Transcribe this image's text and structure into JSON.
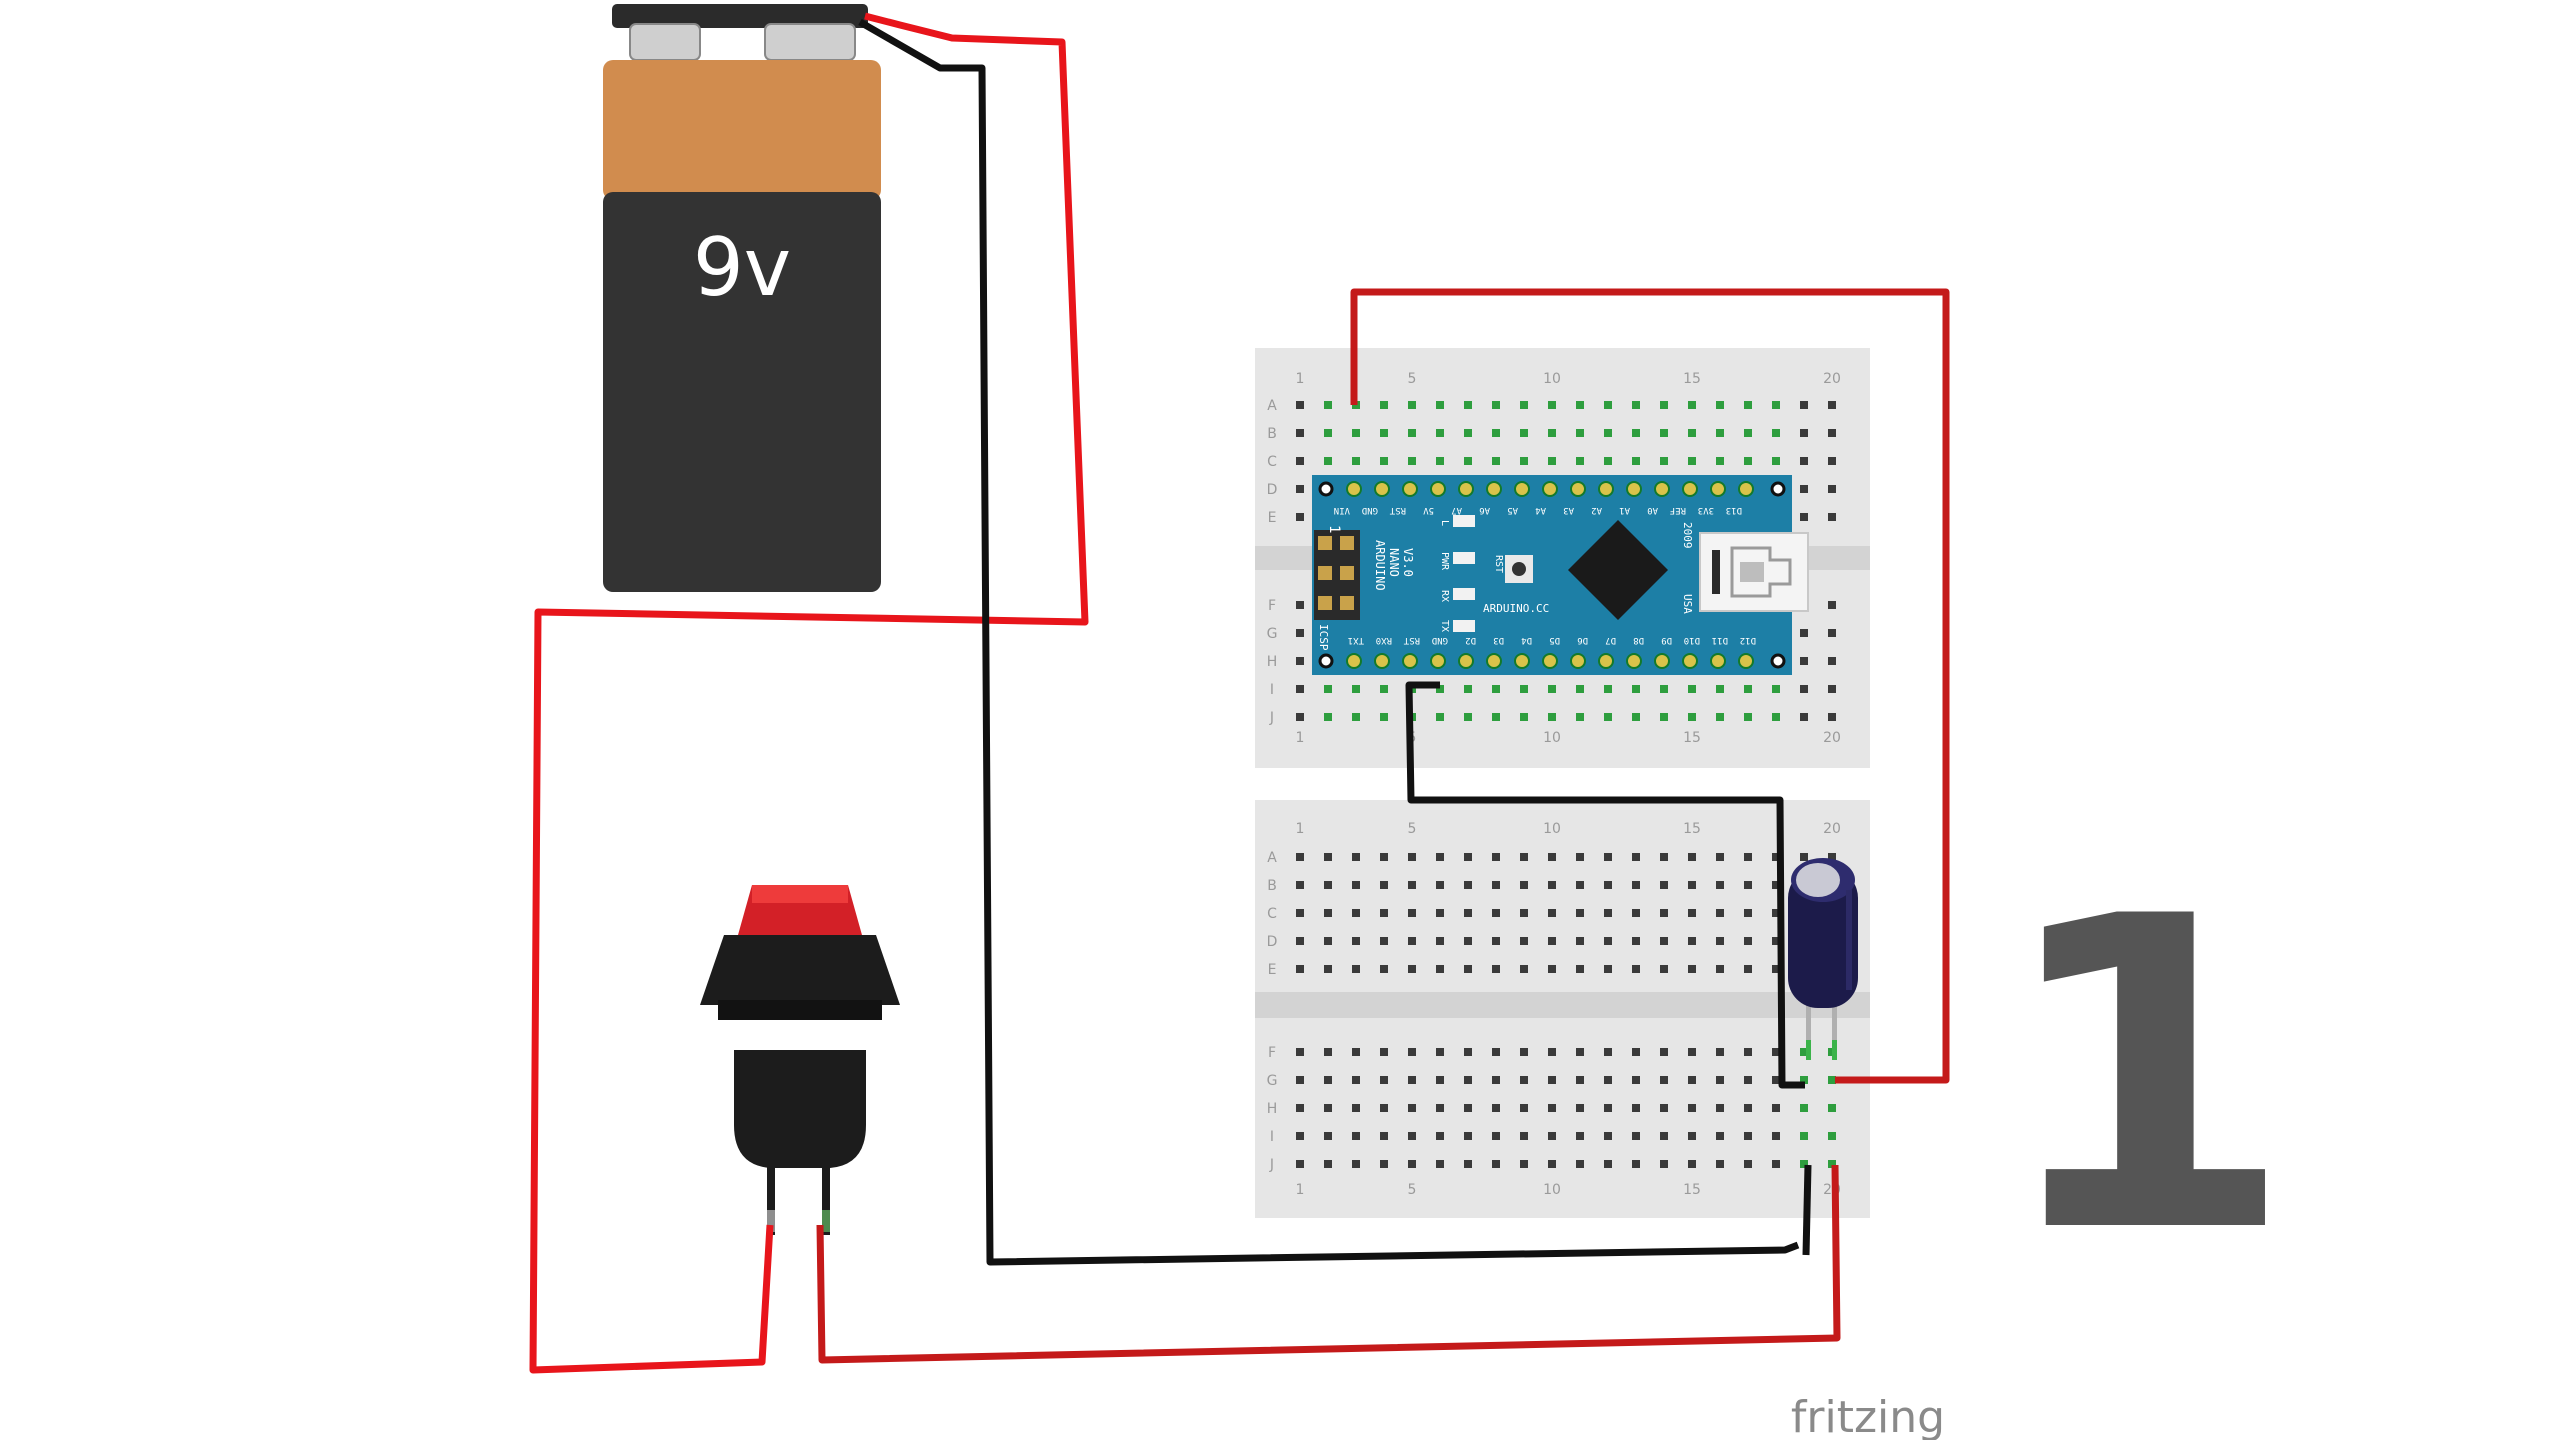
{
  "battery": {
    "label": "9v",
    "top_color": "#d18c4e",
    "body_color": "#333333"
  },
  "breadboards": {
    "row_letters_top": [
      "A",
      "B",
      "C",
      "D",
      "E"
    ],
    "row_letters_bottom": [
      "F",
      "G",
      "H",
      "I",
      "J"
    ],
    "column_numbers": [
      "1",
      "5",
      "10",
      "15",
      "20"
    ],
    "board_color": "#e6e6e6",
    "hole_color": "#3a3a3a",
    "active_hole_color": "#2e9e3e"
  },
  "arduino": {
    "board_color": "#1d7fa6",
    "chip_color": "#1a1a1a",
    "model_text": [
      "ARDUINO",
      "NANO",
      "V3.0"
    ],
    "brand_text": "ARDUINO.CC",
    "year_text": "2009",
    "country_text": "USA",
    "header_text": "ICSP",
    "pin1_text": "1",
    "reset_text": "RST",
    "led_labels": [
      "L",
      "PWR",
      "RX",
      "TX"
    ],
    "top_pin_labels": [
      "VIN",
      "GND",
      "RST",
      "5V",
      "A7",
      "A6",
      "A5",
      "A4",
      "A3",
      "A2",
      "A1",
      "A0",
      "REF",
      "3V3",
      "D13"
    ],
    "bottom_pin_labels": [
      "TX1",
      "RX0",
      "RST",
      "GND",
      "D2",
      "D3",
      "D4",
      "D5",
      "D6",
      "D7",
      "D8",
      "D9",
      "D10",
      "D11",
      "D12"
    ]
  },
  "capacitor": {
    "body_color": "#1c1b4a"
  },
  "button": {
    "cap_color": "#d32027",
    "body_color": "#1c1c1c"
  },
  "wires": {
    "red": "#e8151b",
    "dark_red": "#c41a1a",
    "black": "#111111"
  },
  "step_number": "1",
  "step_number_color": "#555555",
  "watermark": "fritzing",
  "watermark_color": "#8a8a8a"
}
